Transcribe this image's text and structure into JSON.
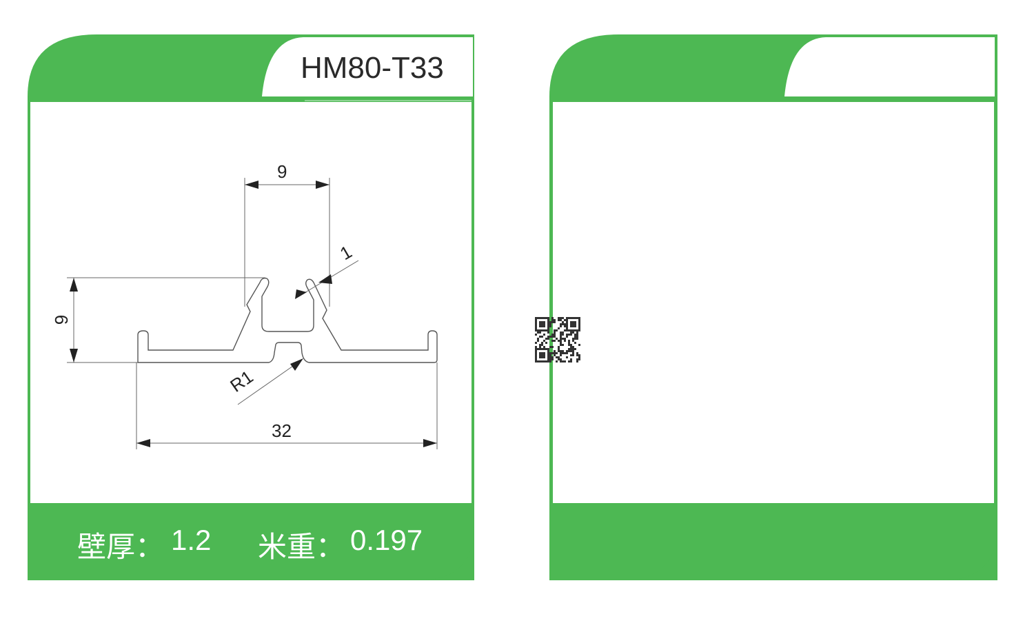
{
  "colors": {
    "brand_green": "#4db853",
    "line": "#555555"
  },
  "left_card": {
    "model": "HM80-T33",
    "wall_thickness_label": "壁厚：",
    "wall_thickness_value": "1.2",
    "meter_weight_label": "米重：",
    "meter_weight_value": "0.197",
    "dimensions": {
      "top_width": "9",
      "height": "9",
      "wall": "1",
      "radius": "R1",
      "total_width": "32"
    }
  },
  "right_card": {
    "model": ""
  },
  "qr_code": {
    "icon": "qr-code-icon"
  }
}
